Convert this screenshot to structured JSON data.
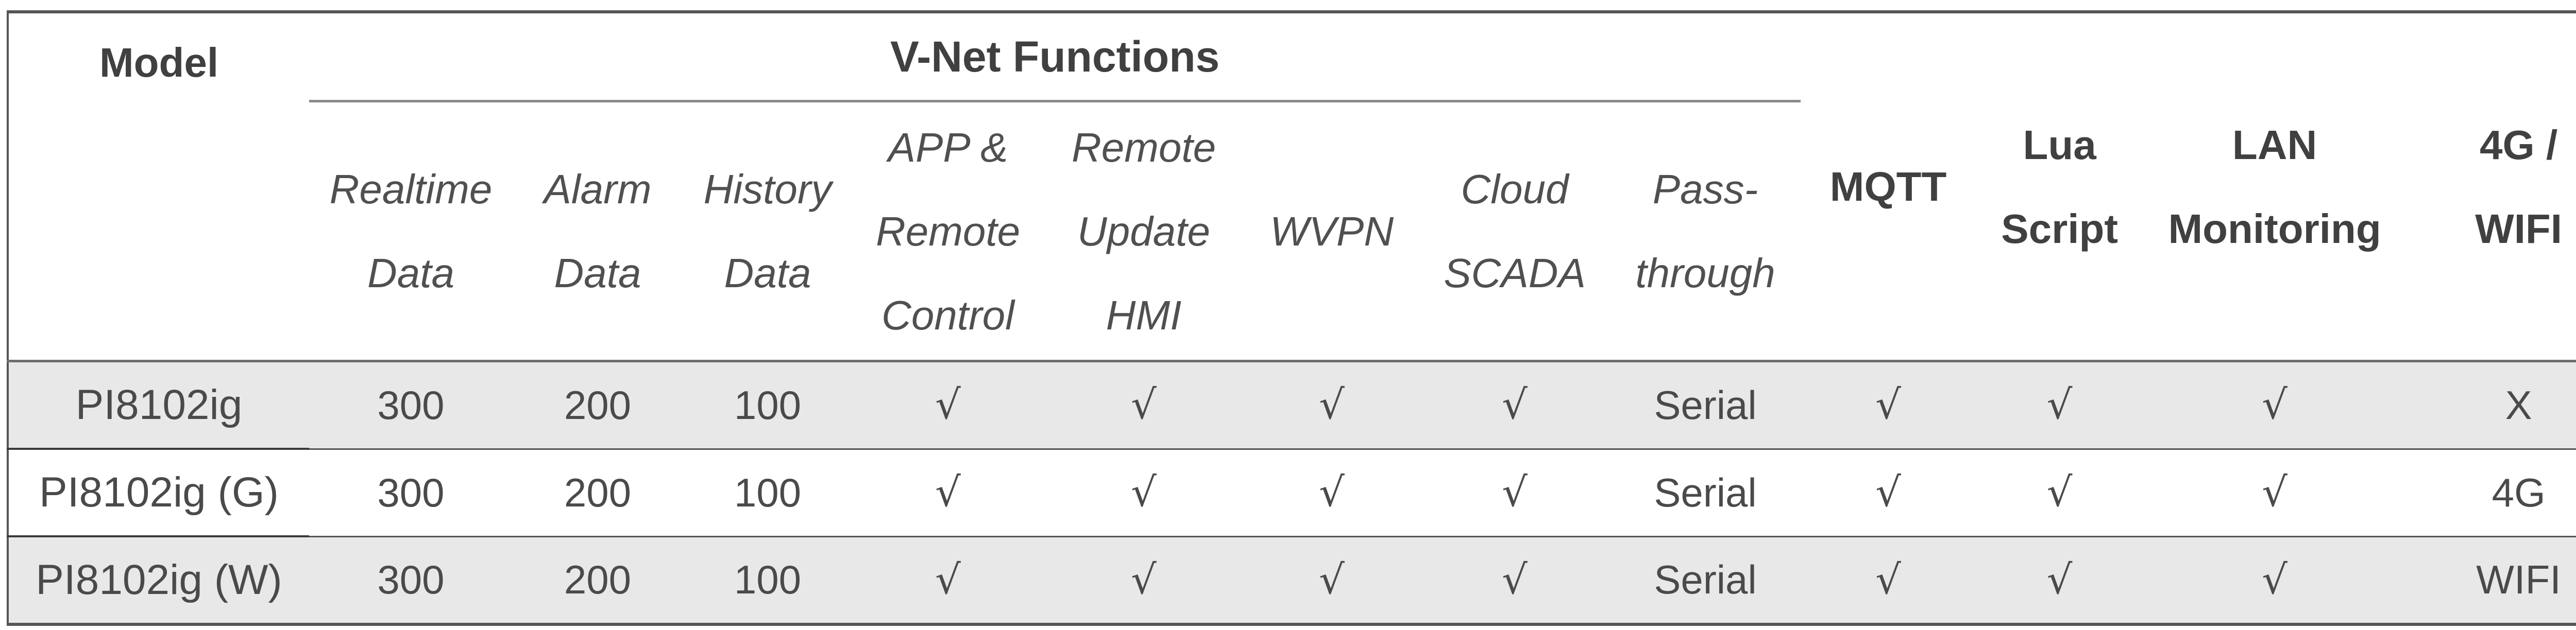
{
  "table": {
    "model_header": "Model",
    "group_header": "V-Net Functions",
    "vnet_columns": [
      [
        "Realtime",
        "Data"
      ],
      [
        "Alarm",
        "Data"
      ],
      [
        "History",
        "Data"
      ],
      [
        "APP &",
        "Remote",
        "Control"
      ],
      [
        "Remote",
        "Update",
        "HMI"
      ],
      [
        "WVPN"
      ],
      [
        "Cloud",
        "SCADA"
      ],
      [
        "Pass-",
        "through"
      ]
    ],
    "extra_columns": [
      [
        "MQTT"
      ],
      [
        "Lua",
        "Script"
      ],
      [
        "LAN",
        "Monitoring"
      ],
      [
        "4G /",
        "WIFI"
      ]
    ],
    "rows": [
      {
        "model": "PI8102ig",
        "realtime": "300",
        "alarm": "200",
        "history": "100",
        "app_remote": "√",
        "remote_update": "√",
        "wvpn": "√",
        "cloud_scada": "√",
        "passthrough": "Serial",
        "mqtt": "√",
        "lua": "√",
        "lan": "√",
        "connectivity": "X"
      },
      {
        "model": "PI8102ig (G)",
        "realtime": "300",
        "alarm": "200",
        "history": "100",
        "app_remote": "√",
        "remote_update": "√",
        "wvpn": "√",
        "cloud_scada": "√",
        "passthrough": "Serial",
        "mqtt": "√",
        "lua": "√",
        "lan": "√",
        "connectivity": "4G"
      },
      {
        "model": "PI8102ig (W)",
        "realtime": "300",
        "alarm": "200",
        "history": "100",
        "app_remote": "√",
        "remote_update": "√",
        "wvpn": "√",
        "cloud_scada": "√",
        "passthrough": "Serial",
        "mqtt": "√",
        "lua": "√",
        "lan": "√",
        "connectivity": "WIFI"
      }
    ]
  }
}
